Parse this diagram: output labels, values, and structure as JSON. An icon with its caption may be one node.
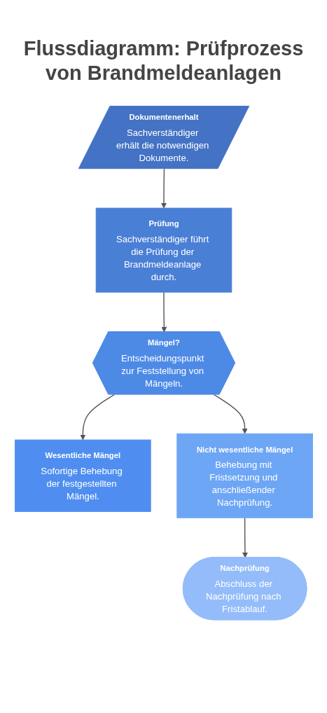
{
  "diagram": {
    "title": "Flussdiagramm: Prüfprozess von Brandmeldeanlagen",
    "nodes": [
      {
        "text": [
          "Dokumentenerhalt",
          "Sachverständiger erhält die notwendigen Dokumente."
        ]
      },
      {
        "text": [
          "Prüfung",
          "Sachverständiger führt die Prüfung der Brandmeldeanlage durch."
        ]
      },
      {
        "text": [
          "Mängel?",
          "Entscheidungspunkt zur Feststellung von Mängeln."
        ]
      },
      {
        "text": [
          "Wesentliche Mängel",
          "Sofortige Behebung der festgestellten Mängel."
        ]
      },
      {
        "text": [
          "Nicht wesentliche Mängel",
          "Behebung mit Fristsetzung und anschließender Nachprüfung."
        ]
      },
      {
        "text": [
          "Nachprüfung",
          "Abschluss der Nachprüfung nach Fristablauf."
        ]
      }
    ],
    "edges": [
      {
        "from": 0,
        "to": 1,
        "arrow": "to"
      },
      {
        "from": 1,
        "to": 2,
        "arrow": "to"
      },
      {
        "from": 2,
        "to": 3,
        "arrow": "to"
      },
      {
        "from": 2,
        "to": 4,
        "arrow": "to"
      },
      {
        "from": 4,
        "to": 5,
        "arrow": "to"
      }
    ]
  }
}
